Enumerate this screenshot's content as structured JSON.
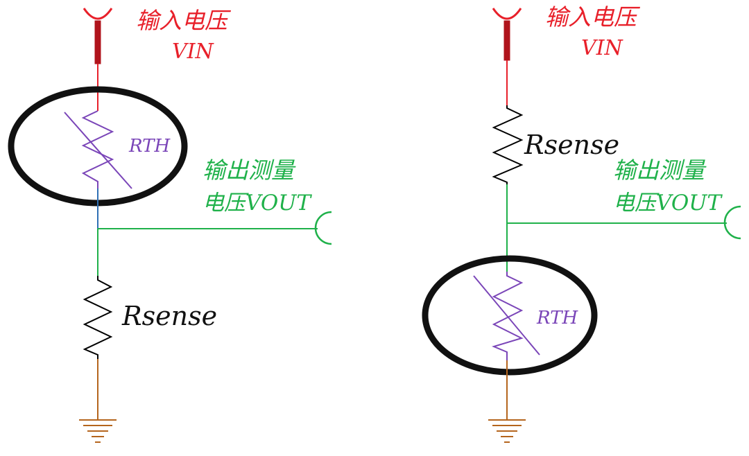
{
  "left": {
    "input_label": "输入电压",
    "input_vin": "VIN",
    "rth_label": "RTH",
    "output_label_line1": "输出测量",
    "output_label_line2": "电压VOUT",
    "rsense_label": "Rsense"
  },
  "right": {
    "input_label": "输入电压",
    "input_vin": "VIN",
    "rsense_label": "Rsense",
    "output_label_line1": "输出测量",
    "output_label_line2": "电压VOUT",
    "rth_label": "RTH"
  },
  "colors": {
    "vin": "#e8202a",
    "output": "#1fb14a",
    "thermistor": "#7a45b8",
    "ground": "#b5651d",
    "resistor": "#000000",
    "node": "#2f6fb5"
  }
}
